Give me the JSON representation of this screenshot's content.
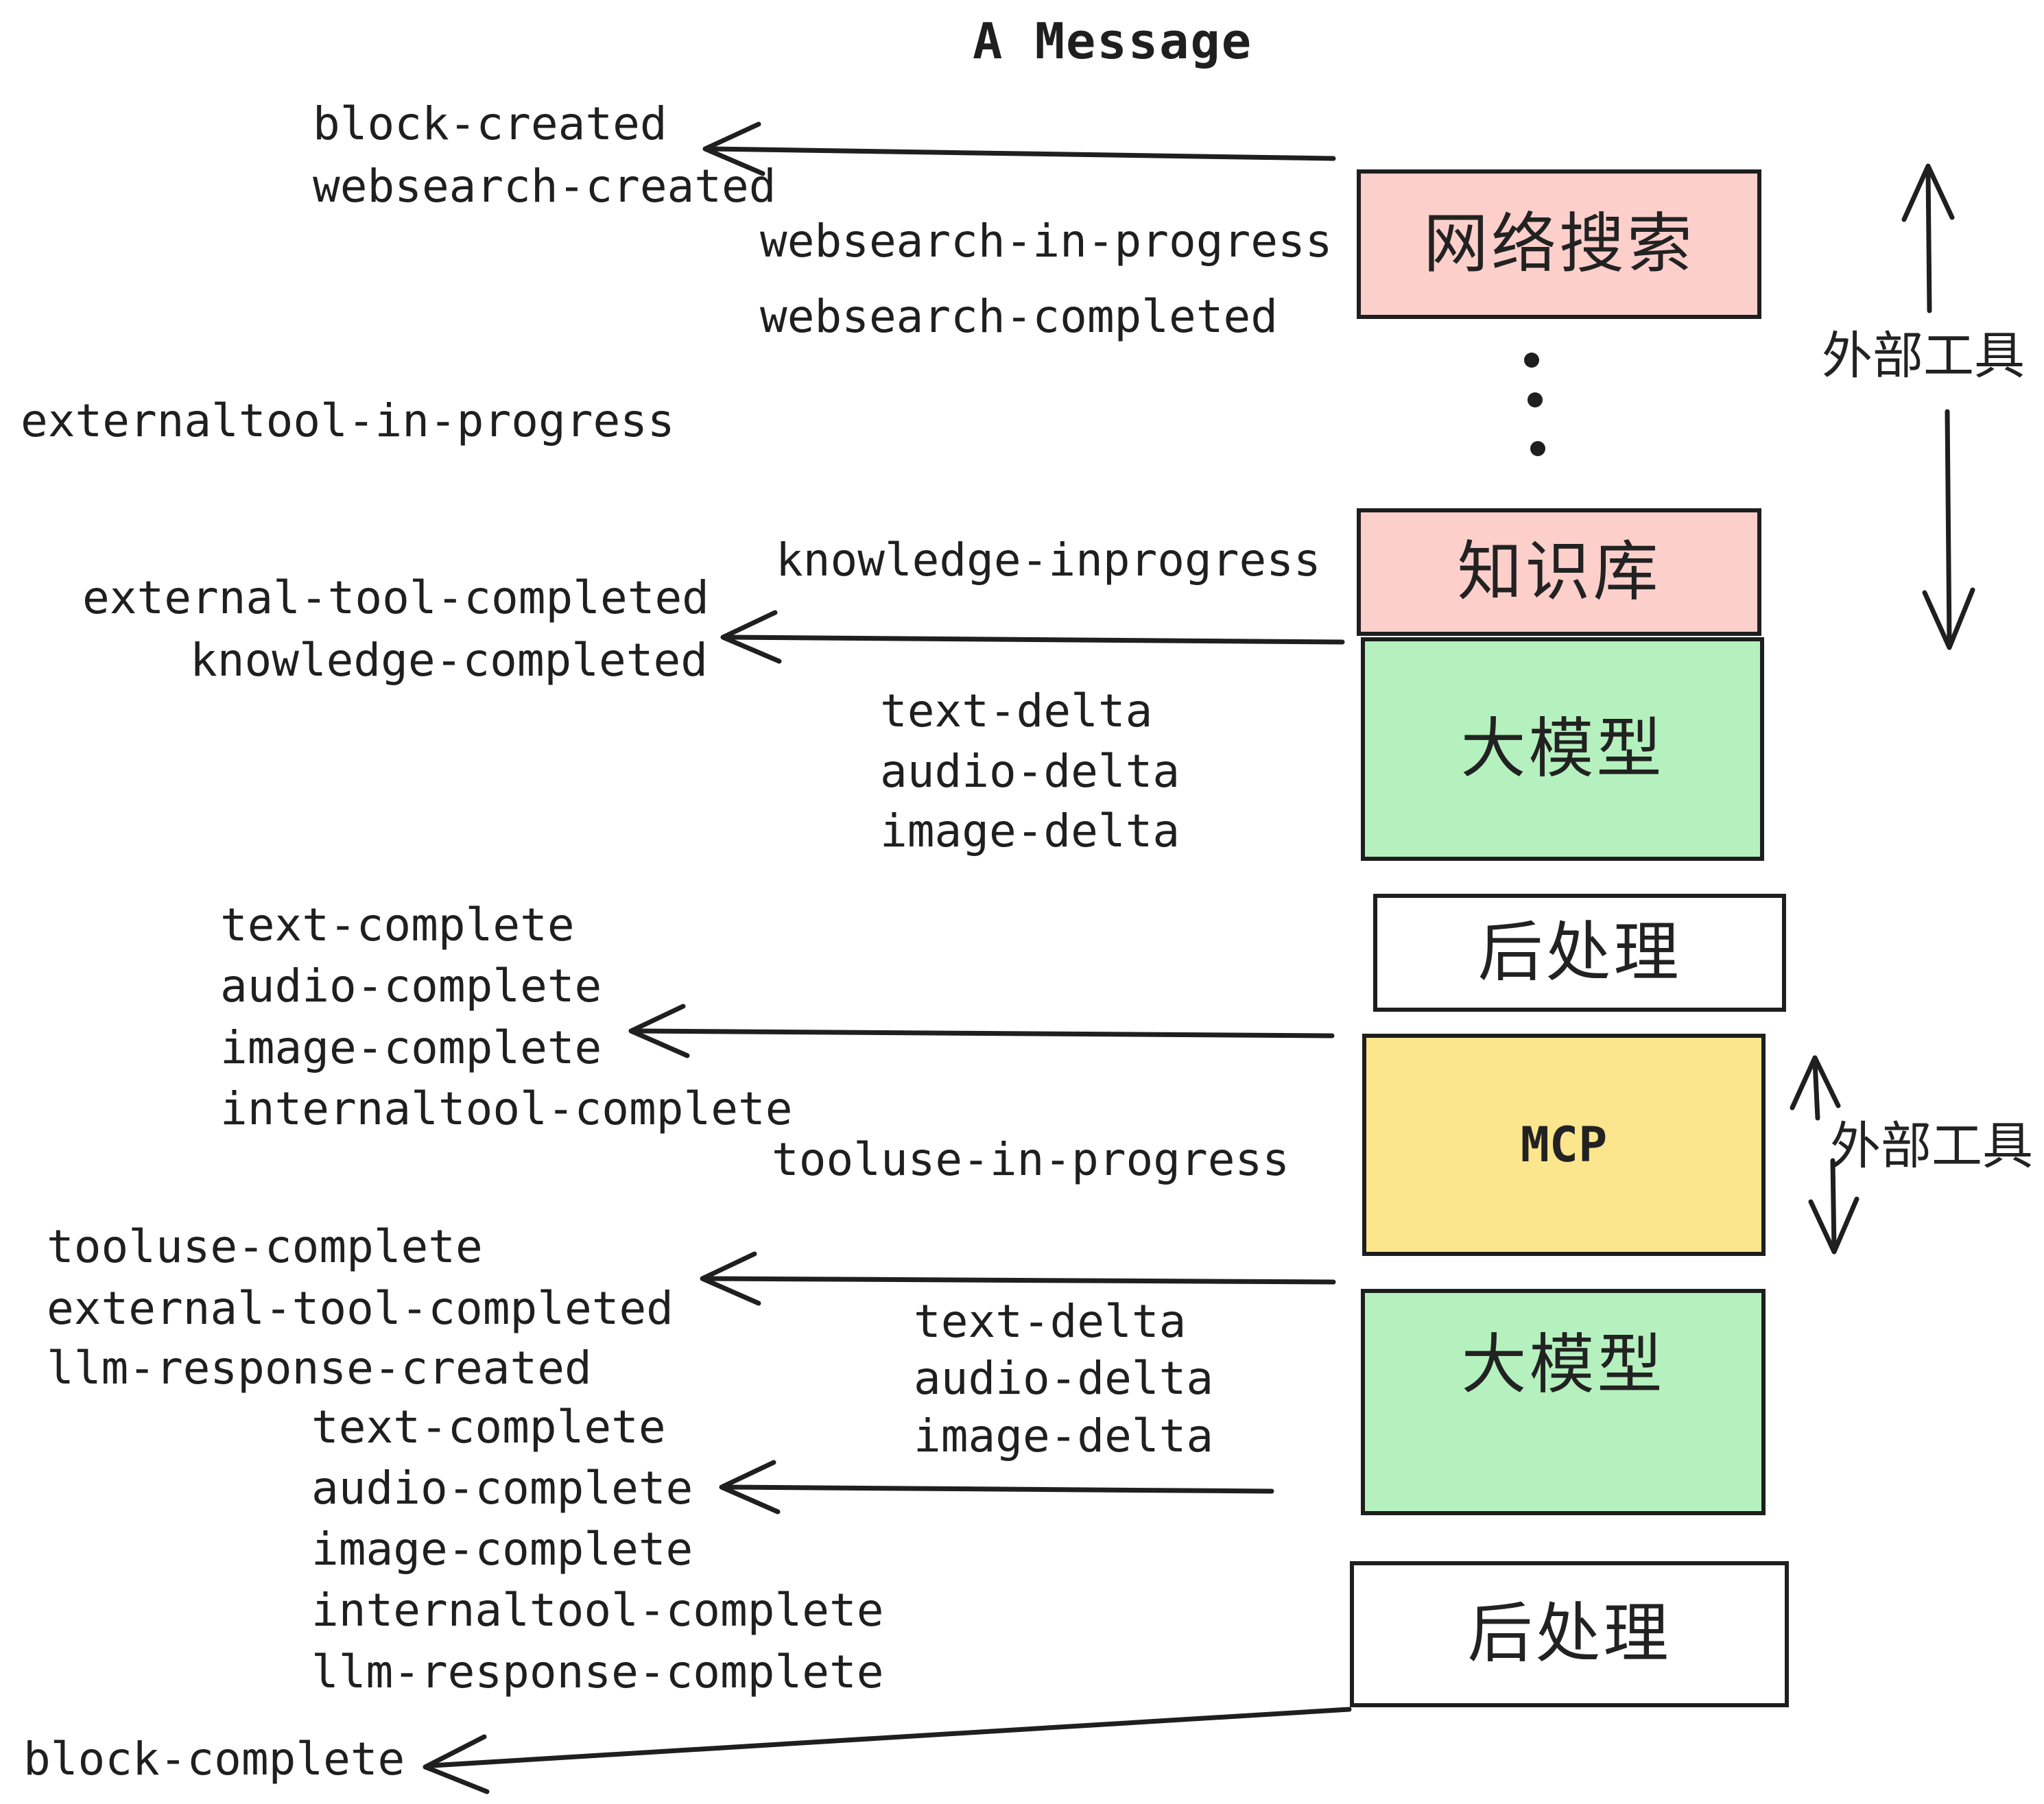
{
  "title": "A Message",
  "palette": {
    "pink": "#fccfcb",
    "green": "#b5f1be",
    "yellow": "#fbe58d",
    "white": "#ffffff",
    "ink": "#1f1f1f"
  },
  "boxes": {
    "websearch": {
      "label": "网络搜索",
      "color": "pink"
    },
    "knowledge": {
      "label": "知识库",
      "color": "pink"
    },
    "llm1": {
      "label": "大模型",
      "color": "green"
    },
    "post1": {
      "label": "后处理",
      "color": "white"
    },
    "mcp": {
      "label": "MCP",
      "color": "yellow"
    },
    "llm2": {
      "label": "大模型",
      "color": "green"
    },
    "post2": {
      "label": "后处理",
      "color": "white"
    }
  },
  "side_labels": {
    "external_tools_top": "外部工具",
    "external_tools_bottom": "外部工具"
  },
  "events": {
    "block_created": "block-created",
    "websearch_created": "websearch-created",
    "websearch_in_progress": "websearch-in-progress",
    "websearch_completed": "websearch-completed",
    "externaltool_in_progress": "externaltool-in-progress",
    "knowledge_inprogress": "knowledge-inprogress",
    "external_tool_completed_1": "external-tool-completed",
    "knowledge_completed": "knowledge-completed",
    "text_delta_1": "text-delta",
    "audio_delta_1": "audio-delta",
    "image_delta_1": "image-delta",
    "text_complete_1": "text-complete",
    "audio_complete_1": "audio-complete",
    "image_complete_1": "image-complete",
    "internaltool_complete_1": "internaltool-complete",
    "tooluse_in_progress": "tooluse-in-progress",
    "tooluse_complete": "tooluse-complete",
    "external_tool_completed_2": "external-tool-completed",
    "llm_response_created": "llm-response-created",
    "text_delta_2": "text-delta",
    "audio_delta_2": "audio-delta",
    "image_delta_2": "image-delta",
    "text_complete_2": "text-complete",
    "audio_complete_2": "audio-complete",
    "image_complete_2": "image-complete",
    "internaltool_complete_2": "internaltool-complete",
    "llm_response_complete": "llm-response-complete",
    "block_complete": "block-complete"
  },
  "icons": {
    "left_arrow": "left-arrow",
    "up_arrow": "up-arrow",
    "down_arrow": "down-arrow",
    "vertical_dots": "vertical-ellipsis"
  }
}
